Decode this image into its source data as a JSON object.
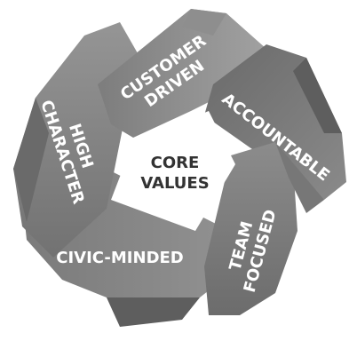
{
  "center": {
    "line1": "CORE",
    "line2": "VALUES"
  },
  "values": {
    "customer_driven": {
      "line1": "CUSTOMER",
      "line2": "DRIVEN"
    },
    "accountable": {
      "line1": "ACCOUNTABLE"
    },
    "team_focused": {
      "line1": "TEAM",
      "line2": "FOCUSED"
    },
    "civic_minded": {
      "line1": "CIVIC-MINDED"
    },
    "high_character": {
      "line1": "HIGH",
      "line2": "CHARACTER"
    }
  },
  "colors": {
    "band_light": "#9a9a9a",
    "band_mid": "#828282",
    "band_dark": "#6e6e6e",
    "band_edge": "#5a5a5a",
    "label": "#ffffff",
    "center_text": "#333333"
  }
}
